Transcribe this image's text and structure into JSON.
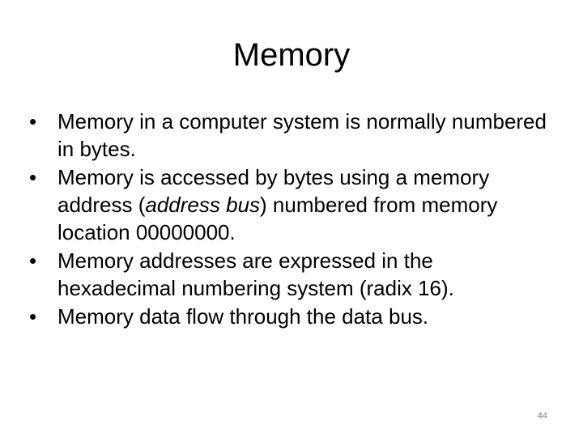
{
  "slide": {
    "title": "Memory",
    "page_number": "44",
    "bullet_symbol": "•",
    "bullets": [
      {
        "text": "Memory in a computer system is normally numbered in bytes."
      },
      {
        "text_before": "Memory is accessed by bytes using a memory address (",
        "emphasis": "address bus",
        "text_after": ") numbered from memory location 00000000."
      },
      {
        "text": "Memory addresses are expressed in the hexadecimal numbering system (radix 16)."
      },
      {
        "text": "Memory data flow through the data bus."
      }
    ]
  }
}
